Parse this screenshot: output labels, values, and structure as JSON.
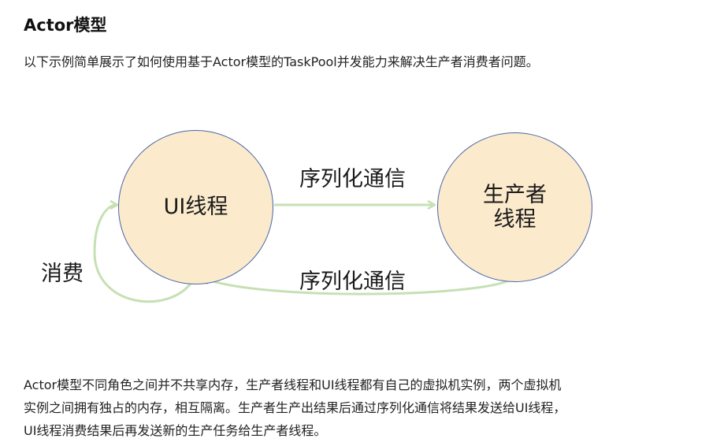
{
  "heading": "Actor模型",
  "intro": "以下示例简单展示了如何使用基于Actor模型的TaskPool并发能力来解决生产者消费者问题。",
  "diagram": {
    "ui_thread_label": "UI线程",
    "producer_thread_label_line1": "生产者",
    "producer_thread_label_line2": "线程",
    "edge_top_label": "序列化通信",
    "edge_bottom_label": "序列化通信",
    "self_loop_label": "消费",
    "colors": {
      "node_fill": "#fbeacb",
      "node_border": "#4a66a8",
      "arrow": "#c6e0b4"
    }
  },
  "paragraph": {
    "line1": "Actor模型不同角色之间并不共享内存，生产者线程和UI线程都有自己的虚拟机实例，两个虚拟机",
    "line2": "实例之间拥有独占的内存，相互隔离。生产者生产出结果后通过序列化通信将结果发送给UI线程，",
    "line3": "UI线程消费结果后再发送新的生产任务给生产者线程。"
  }
}
